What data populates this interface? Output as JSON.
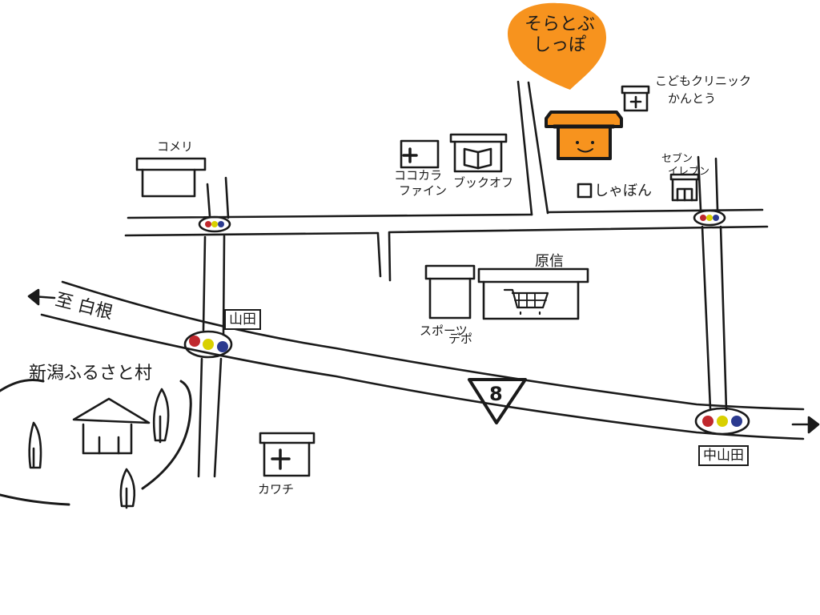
{
  "shop": {
    "name_line1": "そらとぶ",
    "name_line2": "しっぽ",
    "pin_color": "#f7931e"
  },
  "landmarks": {
    "kodomo_clinic_line1": "こどもクリニック",
    "kodomo_clinic_line2": "かんとう",
    "kokokara_line1": "ココカラ",
    "kokokara_line2": "ファイン",
    "book_off": "ブックオフ",
    "komeri": "コメリ",
    "shabon": "しゃぼん",
    "seven_line1": "セブン",
    "seven_line2": "イレブン",
    "harashin": "原信",
    "sports_line1": "スポーツ",
    "sports_line2": "デポ",
    "kawachi": "カワチ",
    "furusato": "新潟ふるさと村"
  },
  "roads": {
    "direction": "至 白根",
    "route_number": "8"
  },
  "signals": {
    "yamada": "山田",
    "nakayamada": "中山田"
  },
  "colors": {
    "ink": "#1a1a1a",
    "accent": "#f7931e",
    "signal_red": "#c0282d",
    "signal_yellow": "#d9d000",
    "signal_blue": "#2b3a8f"
  }
}
